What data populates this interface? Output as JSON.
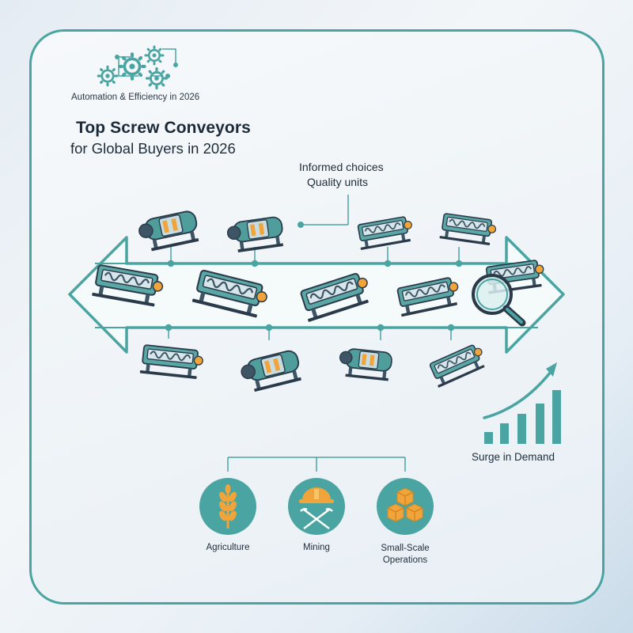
{
  "header": {
    "tagline": "Automation & Efficiency in 2026",
    "title_line1": "Top Screw Conveyors",
    "title_line2": "for Global Buyers in 2026"
  },
  "callout": {
    "line1": "Informed choices",
    "line2": "Quality units"
  },
  "growth": {
    "label": "Surge in Demand"
  },
  "categories": [
    {
      "label": "Agriculture",
      "icon": "wheat-icon"
    },
    {
      "label": "Mining",
      "icon": "mining-helmet-icon"
    },
    {
      "label": "Small-Scale\nOperations",
      "icon": "boxes-icon"
    }
  ],
  "colors": {
    "teal": "#4aa5a2",
    "dark_teal": "#2f7f7c",
    "orange": "#f0a43a",
    "navy": "#2a3a4a"
  }
}
